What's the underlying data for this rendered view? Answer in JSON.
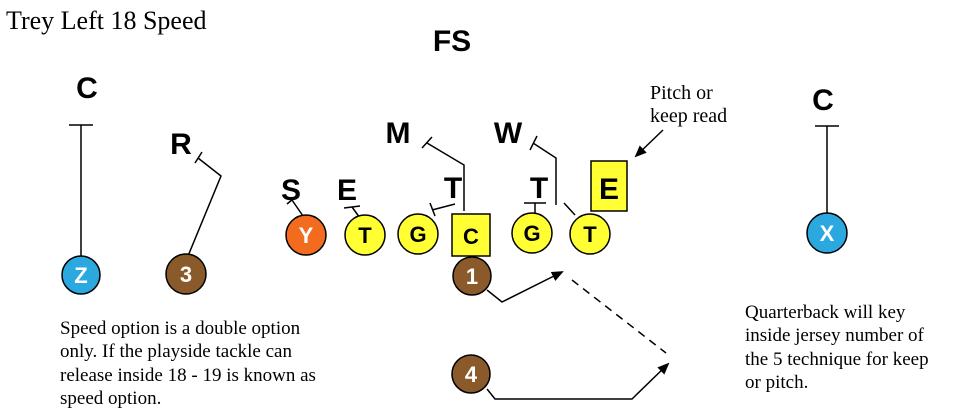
{
  "title": "Trey Left 18 Speed",
  "defense": {
    "fs": "FS",
    "c_left": "C",
    "c_right": "C",
    "r": "R",
    "m": "M",
    "w": "W",
    "s": "S",
    "e_left": "E",
    "t_left": "T",
    "t_right": "T",
    "e_right": "E"
  },
  "offense": {
    "z": "Z",
    "back3": "3",
    "y": "Y",
    "t_left": "T",
    "g_left": "G",
    "c": "C",
    "g_right": "G",
    "t_right": "T",
    "x": "X",
    "back1": "1",
    "back4": "4"
  },
  "annotations": {
    "pitch_line1": "Pitch or",
    "pitch_line2": "keep read",
    "note_left": [
      "Speed option is a double option",
      "only.  If the playside tackle can",
      "release inside 18 - 19 is known as",
      "speed option."
    ],
    "note_right": [
      "Quarterback will key",
      "inside jersey number of",
      "the 5 technique for keep",
      "or pitch."
    ]
  },
  "colors": {
    "yellow": "#FFFF33",
    "orange": "#F26B1F",
    "blue": "#2BA8E0",
    "brown": "#8B5A2B"
  }
}
